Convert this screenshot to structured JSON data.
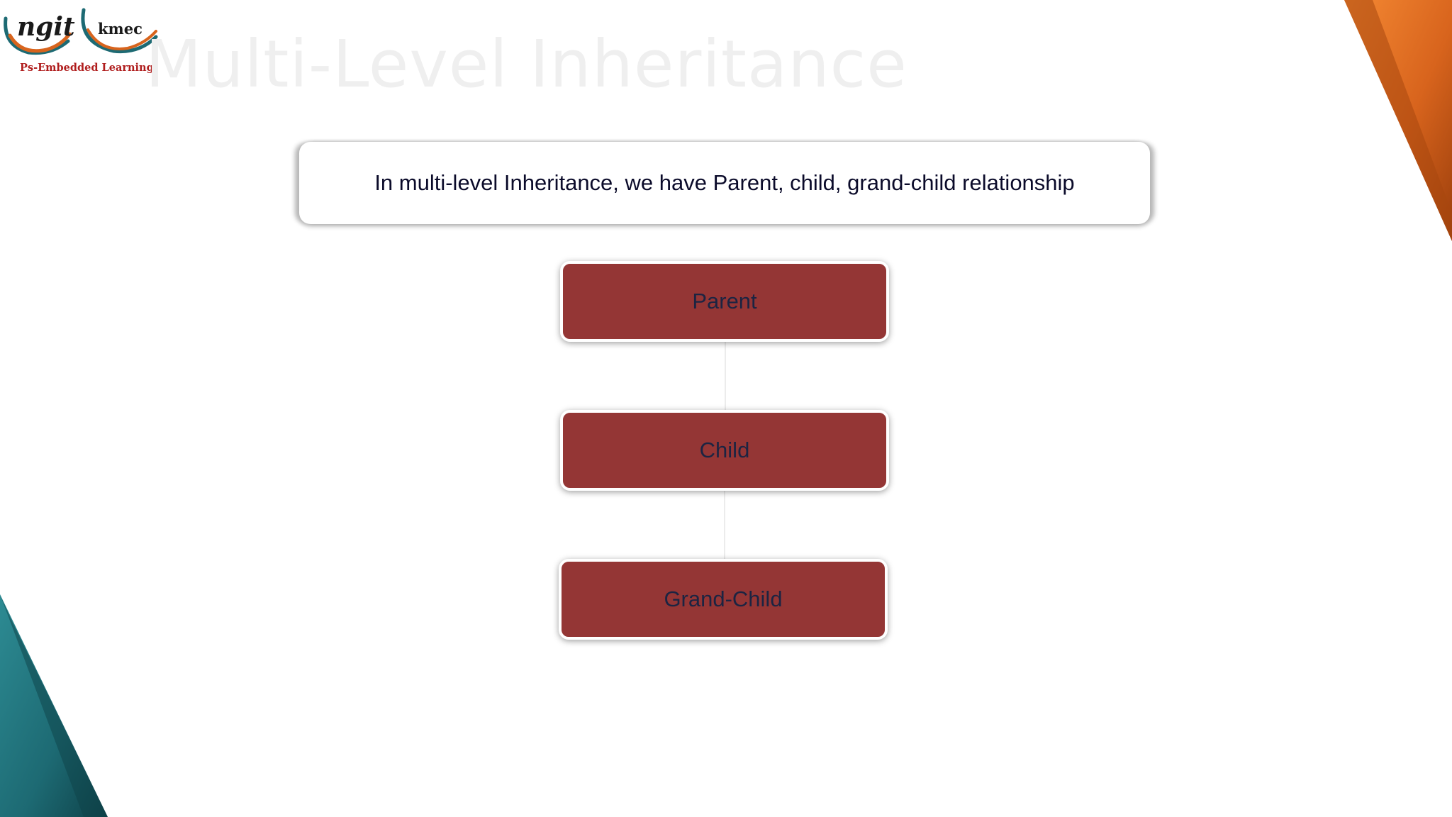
{
  "header": {
    "title": "Multi-Level Inheritance"
  },
  "logos": [
    {
      "name": "ngit",
      "text": "ngit"
    },
    {
      "name": "kmec",
      "text": "kmec"
    }
  ],
  "logo_caption": "Ps-Embedded Learning",
  "description": "In multi-level Inheritance, we have Parent, child, grand-child relationship",
  "hierarchy": [
    {
      "label": "Parent"
    },
    {
      "label": "Child"
    },
    {
      "label": "Grand-Child"
    }
  ],
  "colors": {
    "node_fill": "#943635",
    "node_text": "#1c2442",
    "title_text": "#efefef",
    "accent_orange": "#d8641d",
    "accent_teal": "#1d6a73",
    "caption_red": "#b01e1e"
  }
}
